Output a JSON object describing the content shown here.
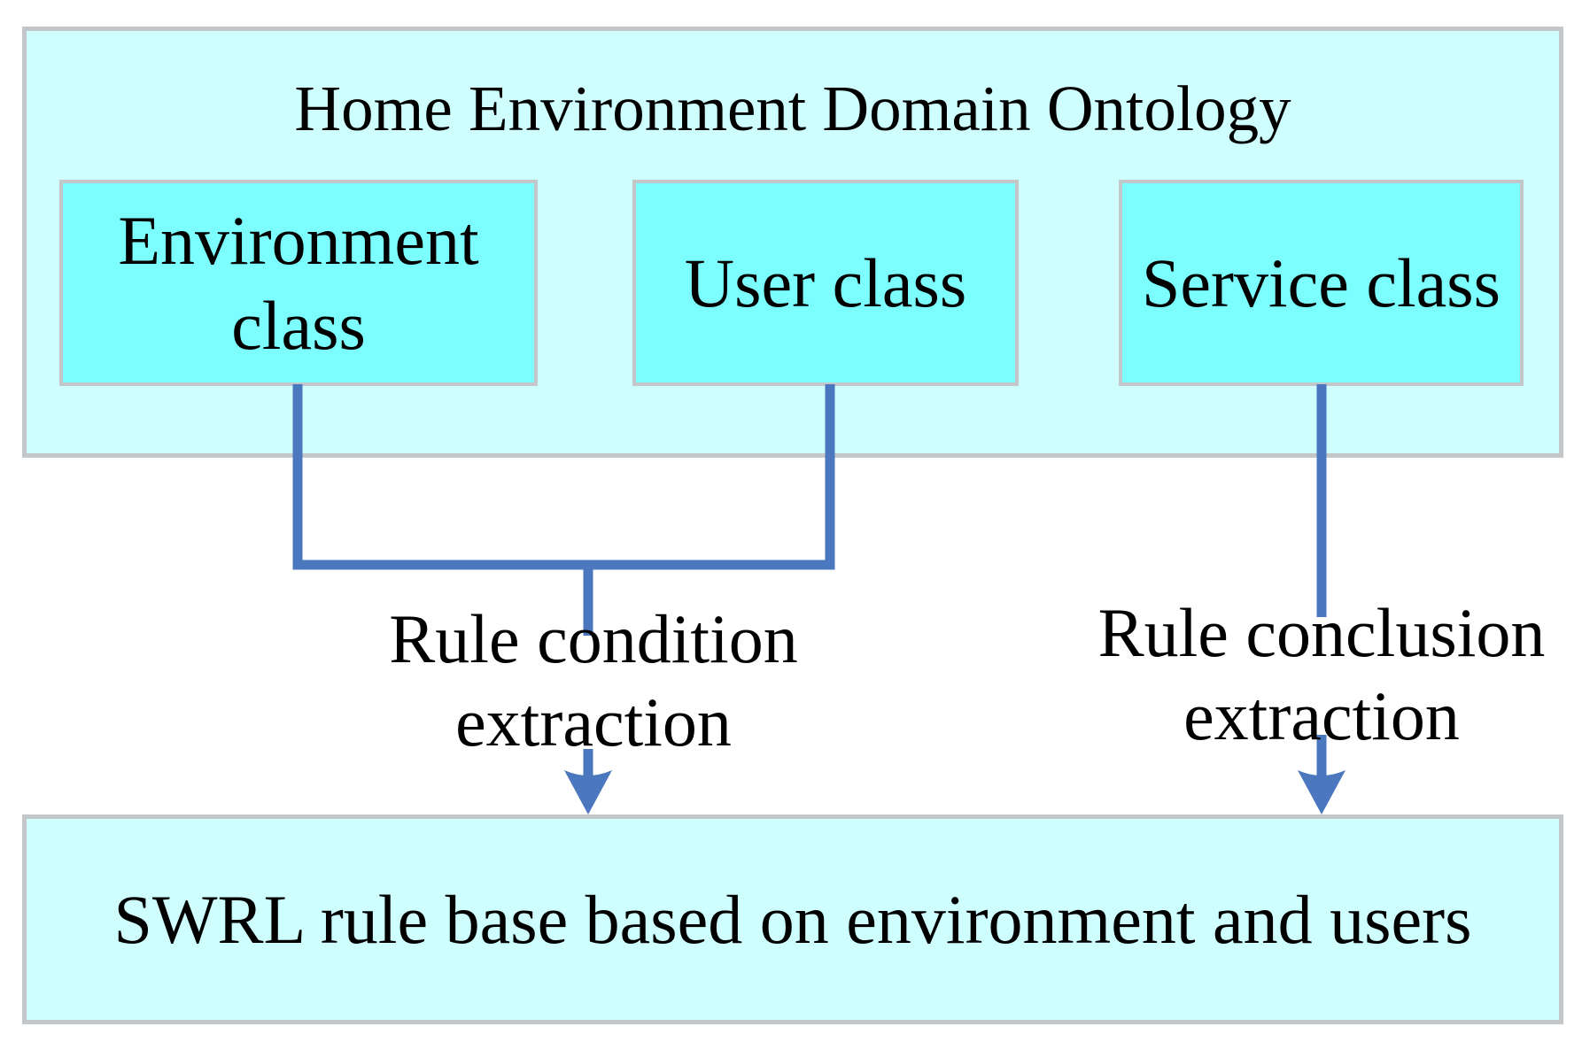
{
  "colors": {
    "background": "#ffffff",
    "outer_fill": "#CFFEFF",
    "class_fill": "#7DFEFE",
    "border": "#C3C7CA",
    "connector": "#4A77BE",
    "text": "#000000"
  },
  "ontology_panel": {
    "title": "Home Environment Domain Ontology",
    "classes": [
      {
        "label": "Environment class"
      },
      {
        "label": "User class"
      },
      {
        "label": "Service class"
      }
    ]
  },
  "flow": {
    "condition_label": "Rule condition extraction",
    "conclusion_label": "Rule conclusion extraction"
  },
  "rule_base_panel": {
    "label": "SWRL rule base based on environment and users"
  }
}
